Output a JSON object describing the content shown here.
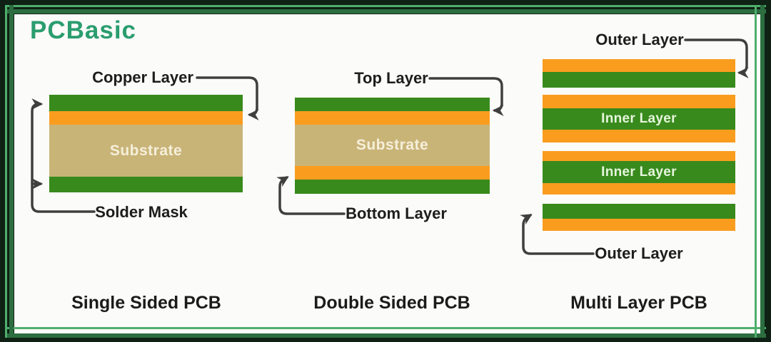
{
  "logo": {
    "text": "PCBasic"
  },
  "palette": {
    "solder_mask_green": "#388a1c",
    "copper_orange": "#fa9d1f",
    "substrate_tan": "#c9b478",
    "arrow_gray": "#3f3f3f",
    "label_black": "#1d1d1d",
    "substrate_text_color": "#f5efda",
    "inner_text_color": "#e6f5dd",
    "frame_thin_green": "#4fae6d",
    "frame_thick_green": "#2c6e40",
    "frame_dark_background": "#0e2114",
    "panel_white": "#fbfbf9",
    "logo_green": "#2b9d6f"
  },
  "diagrams": {
    "single": {
      "title": "Single Sided PCB",
      "label_top": "Copper Layer",
      "label_bottom": "Solder Mask",
      "stack": [
        {
          "color": "green",
          "h": 23
        },
        {
          "color": "orange",
          "h": 19
        },
        {
          "color": "tan",
          "h": 73,
          "label": "Substrate"
        },
        {
          "color": "green",
          "h": 22
        }
      ]
    },
    "double": {
      "title": "Double Sided PCB",
      "label_top": "Top Layer",
      "label_bottom": "Bottom Layer",
      "stack": [
        {
          "color": "green",
          "h": 19
        },
        {
          "color": "orange",
          "h": 19
        },
        {
          "color": "tan",
          "h": 58,
          "label": "Substrate"
        },
        {
          "color": "orange",
          "h": 19
        },
        {
          "color": "green",
          "h": 20
        }
      ]
    },
    "multi": {
      "title": "Multi Layer PCB",
      "label_top": "Outer Layer",
      "label_bottom": "Outer Layer",
      "stack": [
        {
          "color": "orange",
          "h": 18
        },
        {
          "color": "green",
          "h": 22
        },
        {
          "color": "gap",
          "h": 10
        },
        {
          "color": "orange",
          "h": 19
        },
        {
          "color": "green",
          "h": 30,
          "label": "Inner Layer"
        },
        {
          "color": "orange",
          "h": 18
        },
        {
          "color": "gap",
          "h": 12
        },
        {
          "color": "orange",
          "h": 14
        },
        {
          "color": "green",
          "h": 31,
          "label": "Inner Layer"
        },
        {
          "color": "orange",
          "h": 16
        },
        {
          "color": "gap",
          "h": 13
        },
        {
          "color": "green",
          "h": 21
        },
        {
          "color": "orange",
          "h": 17
        }
      ]
    }
  }
}
